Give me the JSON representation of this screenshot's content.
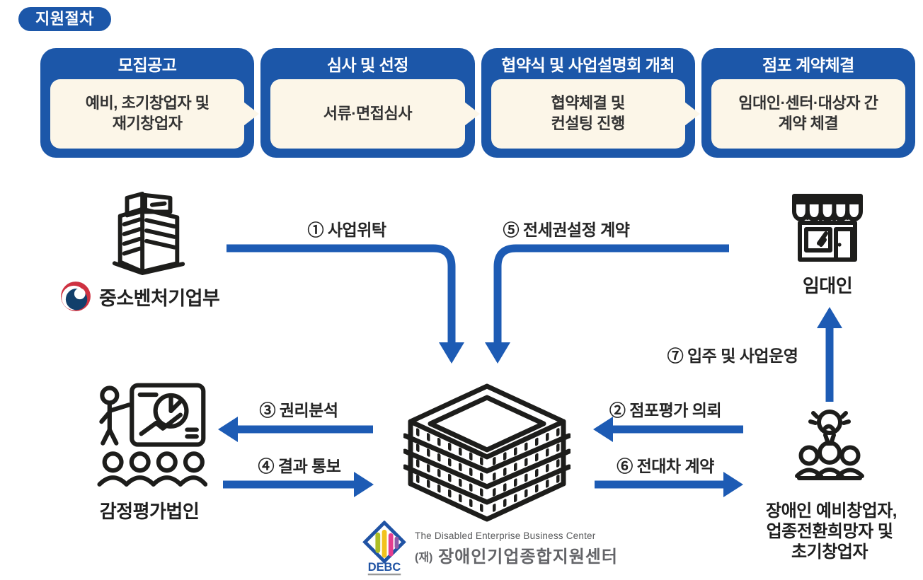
{
  "badge": {
    "label": "지원절차"
  },
  "colors": {
    "primary_blue": "#1C57A9",
    "arrow_blue": "#1D5BB4",
    "cream": "#FCF6E8",
    "gov_red": "#CE3141",
    "gov_navy": "#123F6B",
    "debc_blue": "#2053A4"
  },
  "process_steps": [
    {
      "title": "모집공고",
      "body_lines": [
        "예비, 초기창업자 및",
        "재기창업자"
      ]
    },
    {
      "title": "심사 및 선정",
      "body_lines": [
        "서류·면접심사"
      ]
    },
    {
      "title": "협약식 및 사업설명회 개최",
      "body_lines": [
        "협약체결 및",
        "컨설팅 진행"
      ]
    },
    {
      "title": "점포 계약체결",
      "body_lines": [
        "임대인·센터·대상자 간",
        "계약 체결"
      ]
    }
  ],
  "flows": {
    "f1": "① 사업위탁",
    "f2": "② 점포평가 의뢰",
    "f3": "③ 권리분석",
    "f4": "④ 결과 통보",
    "f5": "⑤ 전세권설정 계약",
    "f6": "⑥ 전대차 계약",
    "f7": "⑦ 입주 및 사업운영"
  },
  "entities": {
    "ministry": {
      "label": "중소벤처기업부"
    },
    "landlord": {
      "label": "임대인"
    },
    "appraiser": {
      "label": "감정평가법인"
    },
    "entrepreneurs": {
      "label_lines": [
        "장애인 예비창업자,",
        "업종전환희망자 및",
        "초기창업자"
      ]
    },
    "center": {
      "abbr": "DEBC",
      "name_en": "The Disabled Enterprise Business Center",
      "name_ko_prefix": "(재)",
      "name_ko": "장애인기업종합지원센터"
    }
  }
}
